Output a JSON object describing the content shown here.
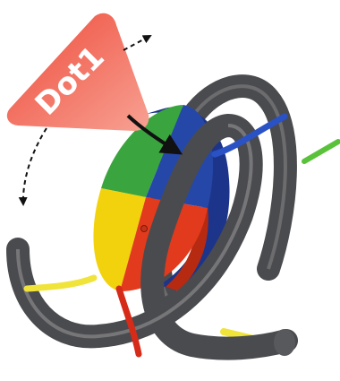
{
  "label": {
    "text": "Dot1"
  },
  "colors": {
    "background": "#ffffff",
    "coil": "#4a4b4e",
    "coil_highlight": "#9a9b9d",
    "disk_green": "#3aa53f",
    "disk_blue": "#2548a8",
    "disk_yellow": "#f2d20c",
    "disk_red": "#e23a1c",
    "label_fill": "#ef4b3a",
    "label_text": "#ffffff",
    "wire_blue": "#2a52c4",
    "wire_red": "#d62b18",
    "wire_green": "#59c23a",
    "wire_yellow": "#f0e33a",
    "arrow": "#111111"
  },
  "icons": {
    "main_pointer": "curved-solid-arrow",
    "motion_up": "dashed-arrow-up-right",
    "motion_down": "dashed-arrow-down-left"
  }
}
